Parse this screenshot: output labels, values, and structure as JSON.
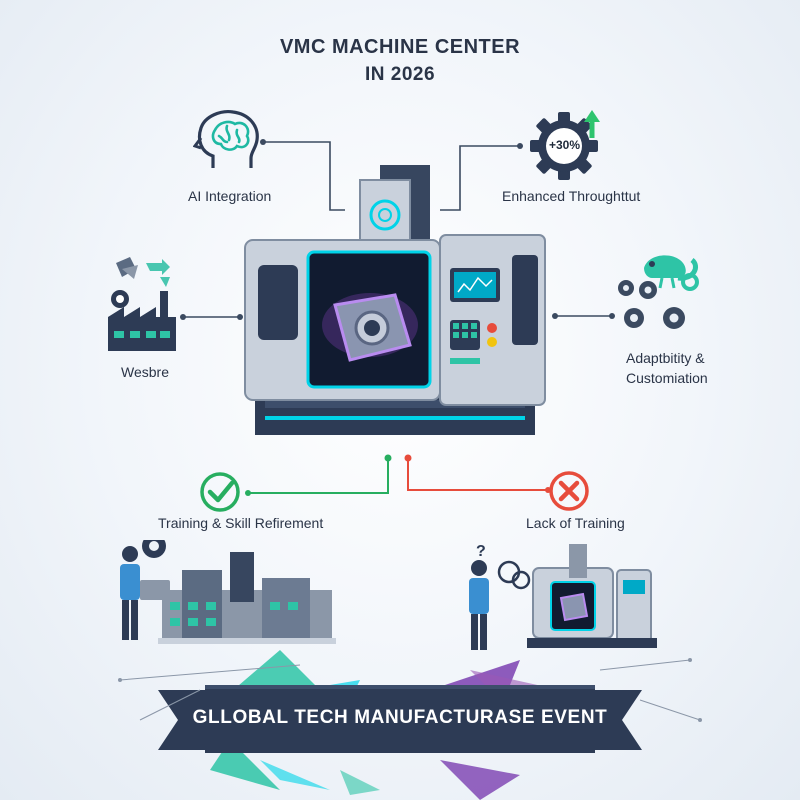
{
  "title": {
    "line1": "VMC MACHINE CENTER",
    "line2": "IN 2026"
  },
  "features": {
    "ai": {
      "label": "AI Integration",
      "icon": "brain-head-icon"
    },
    "throughput": {
      "label": "Enhanced Throughttut",
      "icon": "gear-growth-icon",
      "badge": "+30%"
    },
    "waste": {
      "label": "Wesbre",
      "icon": "factory-waste-icon"
    },
    "adaptability": {
      "label_line1": "Adaptbitity &",
      "label_line2": "Customiation",
      "icon": "chameleon-gears-icon"
    },
    "training": {
      "label": "Training & Skill Refirement",
      "icon": "checkmark-icon"
    },
    "lack": {
      "label": "Lack of Training",
      "icon": "x-mark-icon",
      "badge": "?"
    }
  },
  "banner": {
    "text": "GLLOBAL TECH MANUFACTURASE EVENT"
  },
  "colors": {
    "navy": "#2d3b55",
    "teal": "#2ec4a6",
    "cyan": "#00d3e8",
    "green": "#27ae60",
    "red": "#e74c3c",
    "purple": "#7b3fb0",
    "machine_grey": "#c9d1dc"
  }
}
